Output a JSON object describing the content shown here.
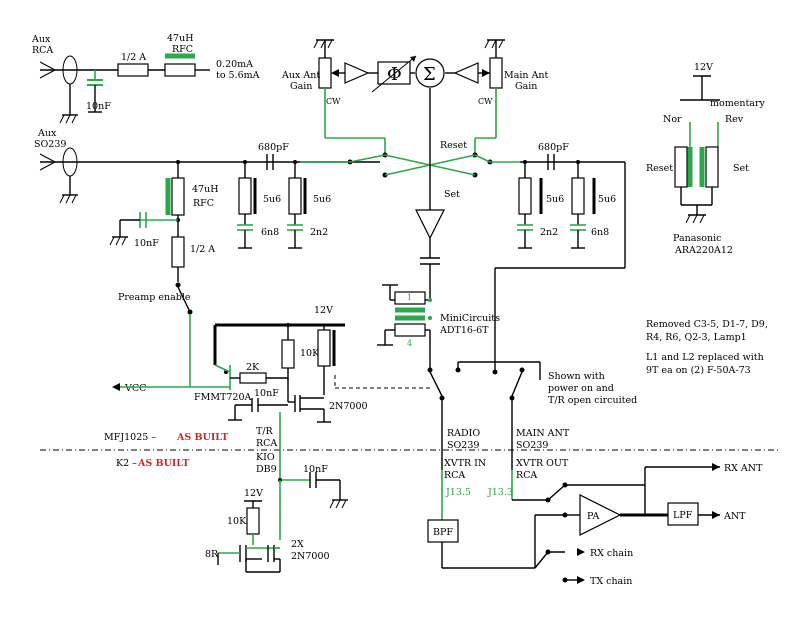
{
  "labels": {
    "aux_rca_1": "Aux",
    "aux_rca_2": "RCA",
    "aux_so239_1": "Aux",
    "aux_so239_2": "SO239",
    "fuse_half_a": "1/2 A",
    "rfc_47uh": "47uH",
    "rfc": "RFC",
    "current_1": "0.20mA",
    "current_2": "to 5.6mA",
    "cap_10nf": "10nF",
    "cap_680pf": "680pF",
    "ind_5u6": "5u6",
    "cap_6n8": "6n8",
    "cap_2n2": "2n2",
    "aux_ant": "Aux Ant",
    "main_ant": "Main Ant",
    "gain": "Gain",
    "cw": "CW",
    "phi": "Φ",
    "sigma": "Σ",
    "reset": "Reset",
    "set": "Set",
    "v12": "12V",
    "momentary": "momentary",
    "nor": "Nor",
    "rev": "Rev",
    "panasonic": "Panasonic",
    "ara220": "ARA220A12",
    "pin1": "1",
    "pin4": "4",
    "minicircuits": "MiniCircuits",
    "adt16": "ADT16-6T",
    "shown_with": "Shown with",
    "power_on": "power on and",
    "tr_open": "T/R open circuited",
    "radio": "RADIO",
    "so239": "SO239",
    "main_ant_caps": "MAIN ANT",
    "preamp_enable": "Preamp enable",
    "res_10k": "10K",
    "res_2k": "2K",
    "vcc": "VCC",
    "fmmt720a": "FMMT720A",
    "mosfet": "2N7000",
    "mfj1025": "MFJ1025 –",
    "k2": "K2 –",
    "as_built": "AS BUILT",
    "tr": "T/R",
    "rca": "RCA",
    "kio": "KIO",
    "db9": "DB9",
    "two_x": "2X",
    "r8": "8R",
    "xvtr_in": "XVTR IN",
    "xvtr_out": "XVTR OUT",
    "j135": "J13.5",
    "j133": "J13.3",
    "bpf": "BPF",
    "pa": "PA",
    "lpf": "LPF",
    "ant": "ANT",
    "rx_ant": "RX ANT",
    "rx_chain": "RX chain",
    "tx_chain": "TX chain"
  },
  "notes": [
    "Removed C3-5, D1-7, D9,",
    "R4, R6, Q2-3, Lamp1",
    "L1 and L2 replaced with",
    "9T ea on (2) F-50A-73"
  ],
  "colors": {
    "wire": "#000000",
    "highlight_wire": "#2aa84a",
    "as_built": "#d62728"
  }
}
